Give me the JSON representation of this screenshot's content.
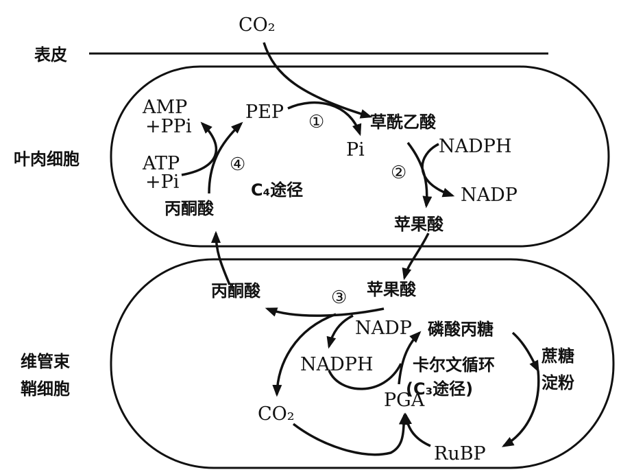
{
  "title": "C4 plant photosynthesis pathway",
  "labels": {
    "epidermis": "表皮",
    "co2_top": "CO₂",
    "mesophyll_cell": "叶肉细胞",
    "bundle_sheath_line1": "维管束",
    "bundle_sheath_line2": "鞘细胞",
    "amp": "AMP",
    "ppi": "+PPi",
    "atp": "ATP",
    "pi_left": "+Pi",
    "pep": "PEP",
    "step1": "①",
    "step2": "②",
    "step3": "③",
    "step4": "④",
    "oxaloacetate": "草酰乙酸",
    "pi_right": "Pi",
    "nadph_top": "NADPH",
    "nadp_top": "NADP",
    "c4_pathway": "C₄途径",
    "pyruvate_top": "丙酮酸",
    "malate_top": "苹果酸",
    "pyruvate_bottom": "丙酮酸",
    "malate_bottom": "苹果酸",
    "nadp_bottom": "NADP",
    "triose_phosphate": "磷酸丙糖",
    "nadph_bottom": "NADPH",
    "calvin_cycle": "卡尔文循环",
    "c3_pathway": "(C₃途径)",
    "pga": "PGA",
    "sucrose": "蔗糖",
    "starch": "淀粉",
    "co2_bottom": "CO₂",
    "rubp": "RuBP"
  }
}
